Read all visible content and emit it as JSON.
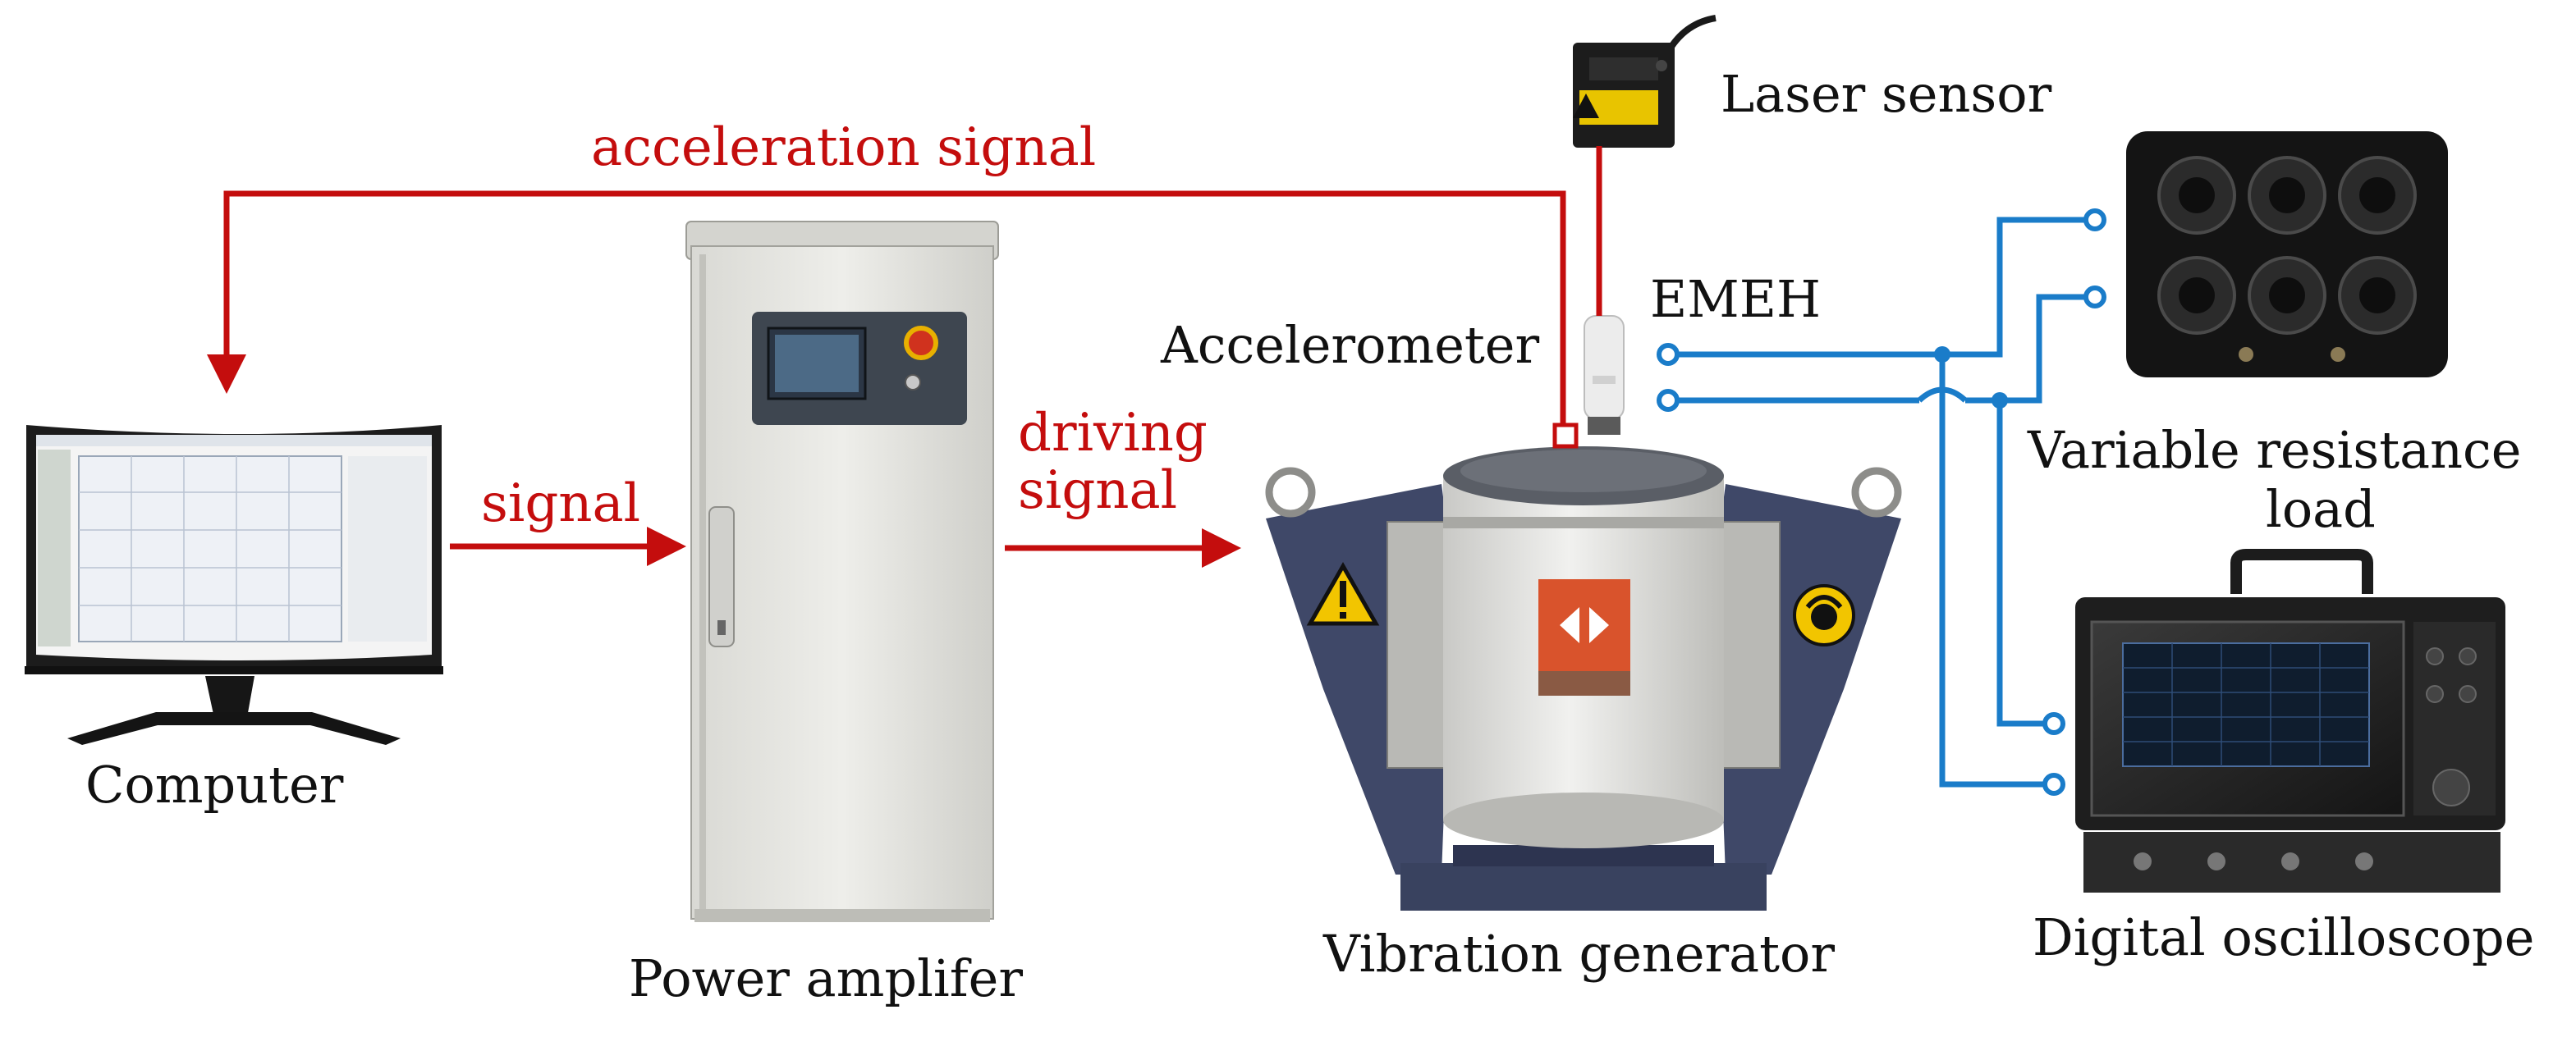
{
  "labels": {
    "laser_sensor": "Laser sensor",
    "acceleration_signal": "acceleration signal",
    "emeh": "EMEH",
    "accelerometer": "Accelerometer",
    "driving_signal_line1": "driving",
    "driving_signal_line2": "signal",
    "signal": "signal",
    "variable_resistance_line1": "Variable resistance",
    "variable_resistance_line2": "load",
    "computer": "Computer",
    "power_amplifier": "Power amplifer",
    "vibration_generator": "Vibration generator",
    "digital_oscilloscope": "Digital oscilloscope"
  },
  "colors": {
    "signal_red": "#c40d0d",
    "wire_blue": "#1a7cc9",
    "text_black": "#111111",
    "frame_navy": "#3a4466",
    "cabinet_grey": "#e6e6e2"
  }
}
